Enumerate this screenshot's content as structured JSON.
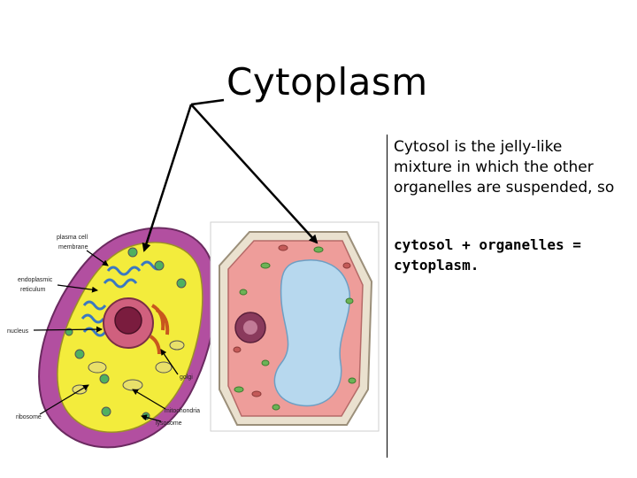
{
  "title": "Cytoplasm",
  "description": "Cytosol is the jelly-like mixture in which the other organelles are suspended, so",
  "equation": "cytosol + organelles = cytoplasm.",
  "animal_cell_labels": {
    "plasma_membrane": [
      "plasma cell",
      "membrane"
    ],
    "endoplasmic_reticulum": [
      "endoplasmic",
      "reticulum"
    ],
    "nucleus": "nucleus",
    "ribosome": "ribosome",
    "golgi": "golgi",
    "mitochondria": "mitochondria",
    "lysosome": "lysosome"
  }
}
